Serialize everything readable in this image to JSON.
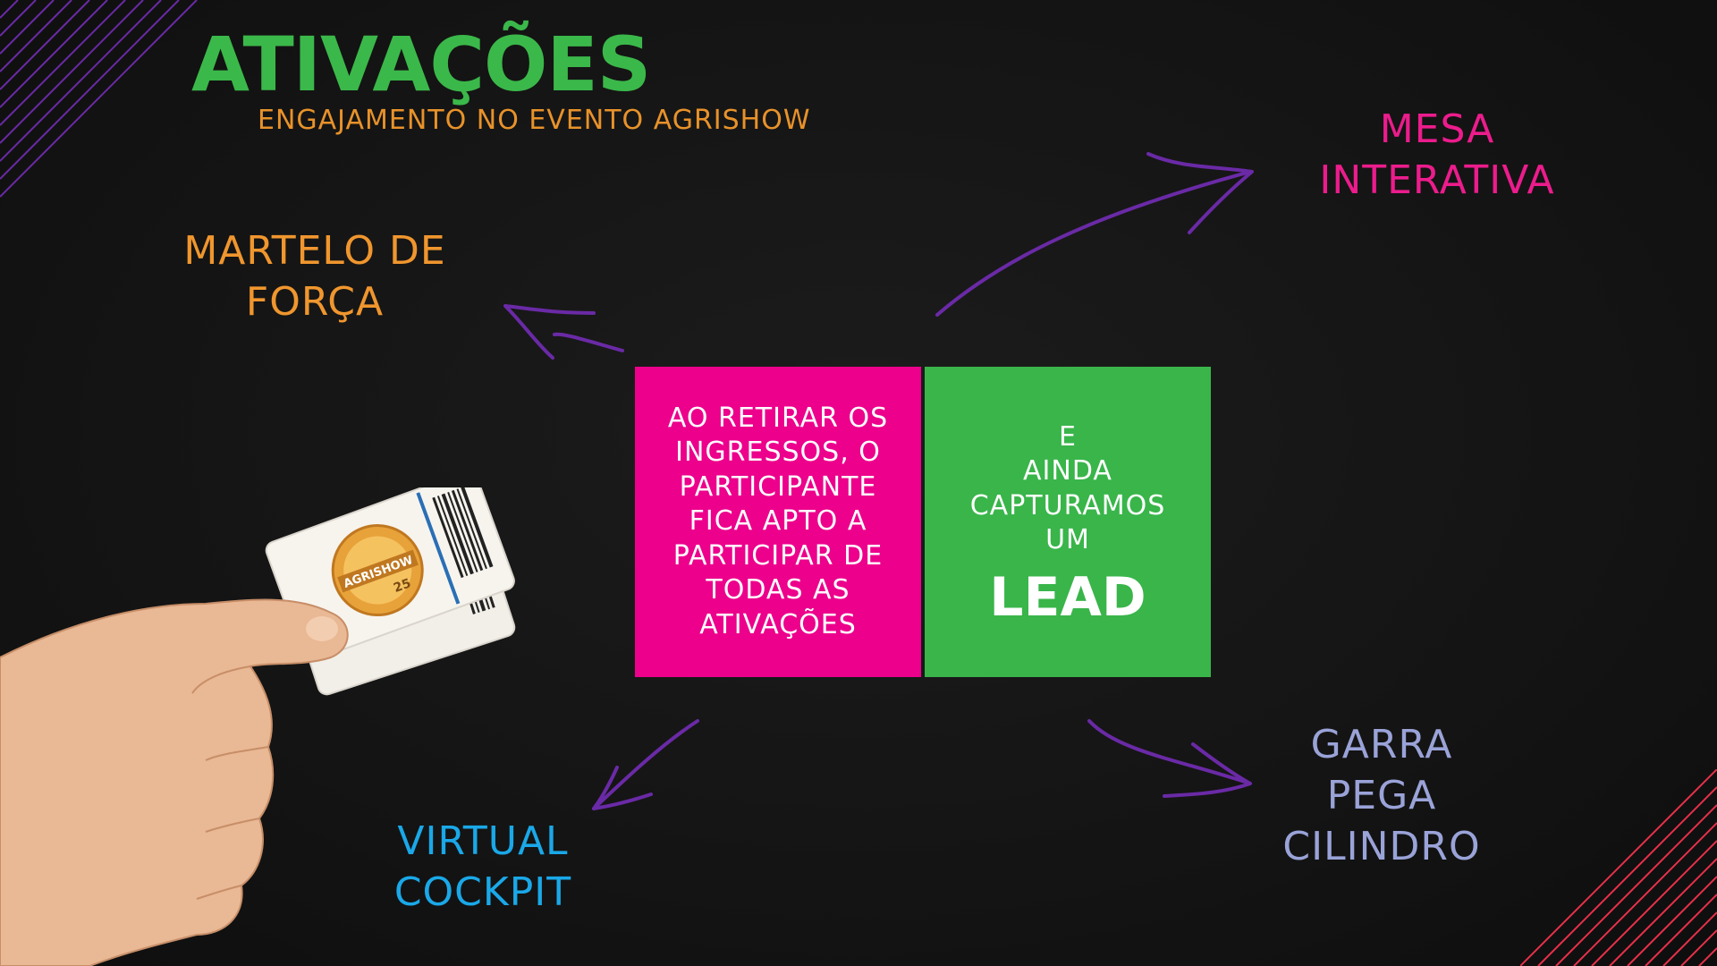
{
  "header": {
    "title": "ATIVAÇÕES",
    "subtitle": "ENGAJAMENTO NO EVENTO AGRISHOW"
  },
  "activities": {
    "mesa": {
      "lines": [
        "MESA",
        "INTERATIVA"
      ]
    },
    "martelo": {
      "lines": [
        "MARTELO DE",
        "FORÇA"
      ]
    },
    "virtual": {
      "lines": [
        "VIRTUAL",
        "COCKPIT"
      ]
    },
    "garra": {
      "lines": [
        "GARRA",
        "PEGA",
        "CILINDRO"
      ]
    }
  },
  "center": {
    "left_text": "AO RETIRAR OS\nINGRESSOS, O\nPARTICIPANTE\nFICA APTO A\nPARTICIPAR DE\nTODAS AS\nATIVAÇÕES",
    "right_text": "E\nAINDA\nCAPTURAMOS\nUM",
    "right_emphasis": "LEAD"
  },
  "ticket": {
    "badge_text": "AGRISHOW",
    "badge_number": "25"
  },
  "colors": {
    "title_green": "#3bb84a",
    "subtitle_orange": "#e8922a",
    "mesa_magenta": "#ec1c8c",
    "martelo_orange": "#f0962e",
    "virtual_blue": "#1aa8e8",
    "garra_lavender": "#9aa3d8",
    "arrow_purple": "#6a2aa6",
    "box_pink": "#ec008c",
    "box_green": "#39b54a",
    "corner_left": "#6a2aa6",
    "corner_right": "#e8304a"
  },
  "icons": {
    "arrow": "curved-arrow-icon",
    "hand": "hand-holding-tickets"
  }
}
